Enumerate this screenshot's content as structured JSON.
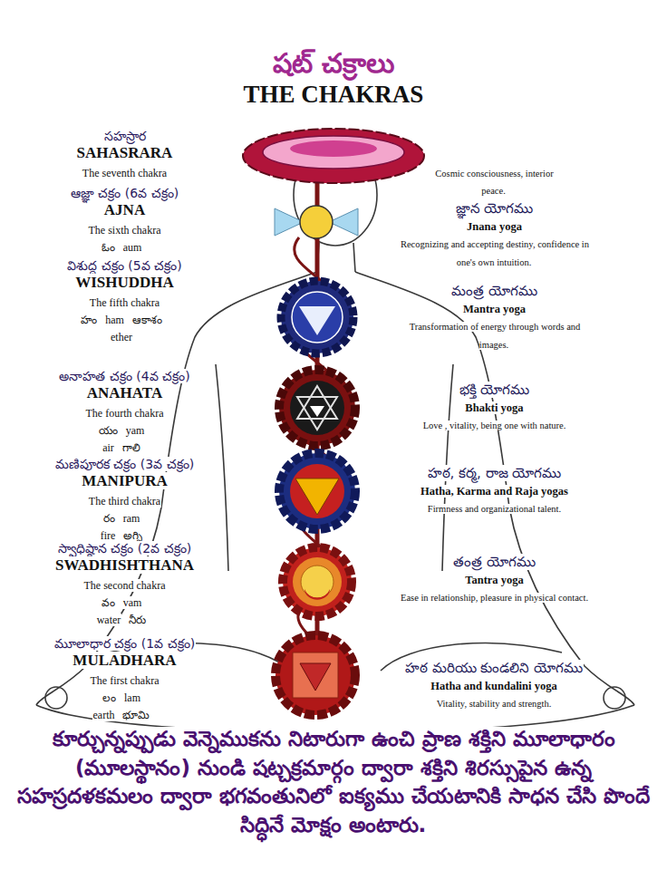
{
  "diagram": {
    "title": "షట్ చక్రాలు",
    "caption": "కూర్చున్నప్పుడు వెన్నెముకను నిటారుగా ఉంచి ప్రాణ శక్తిని మూలాధారం (మూలస్థానం) నుండి షట్చక్రమార్గం ద్వారా శక్తిని శిరస్సుపైన ఉన్న సహస్రదళకమలం ద్వారా భగవంతునిలో ఐక్యము చేయటానికి సాధన చేసి పొందే సిద్ధినే మోక్షం అంటారు.",
    "labels": [
      "THE CHAKRAS",
      "సహస్రార",
      "SAHASRARA",
      "The seventh chakra",
      "ఆజ్ఞా చక్రం (6వ చక్రం)",
      "AJNA",
      "The sixth chakra",
      "ఓం",
      "aum",
      "విశుద్ధ చక్రం (5వ చక్రం)",
      "WISHUDDHA",
      "The fifth chakra",
      "హం",
      "ham",
      "ఆకాశం",
      "ether",
      "అనాహత చక్రం (4వ చక్రం)",
      "ANAHATA",
      "The fourth chakra",
      "యం",
      "yam",
      "air",
      "గాలి",
      "మణిపూరక చక్రం (3వ చక్రం)",
      "MANIPURA",
      "The third chakra",
      "రం",
      "ram",
      "fire",
      "అగ్ని",
      "స్వాధిష్ఠాన చక్రం (2వ చక్రం)",
      "SWADHISHTHANA",
      "The second chakra",
      "వం",
      "vam",
      "water",
      "నీరు",
      "మూలాధార చక్రం (1వ చక్రం)",
      "MULADHARA",
      "The first chakra",
      "లం",
      "lam",
      "earth",
      "భూమి",
      "Cosmic consciousness, interior peace.",
      "జ్ఞాన యోగము",
      "Jnana yoga",
      "Recognizing and accepting destiny, confidence in one's own intuition.",
      "మంత్ర యోగము",
      "Mantra yoga",
      "Transformation of energy through words and images.",
      "భక్తి యోగము",
      "Bhakti yoga",
      "Love , vitality, being one with nature.",
      "హఠ, కర్మ, రాజ యోగము",
      "Hatha, Karma and Raja yogas",
      "Firmness and organizational talent.",
      "తంత్ర యోగము",
      "Tantra yoga",
      "Ease in relationship, pleasure in physical contact.",
      "హఠ మరియు కుండలిని యోగము",
      "Hatha and kundalini yoga",
      "Vitality, stability and strength."
    ]
  }
}
